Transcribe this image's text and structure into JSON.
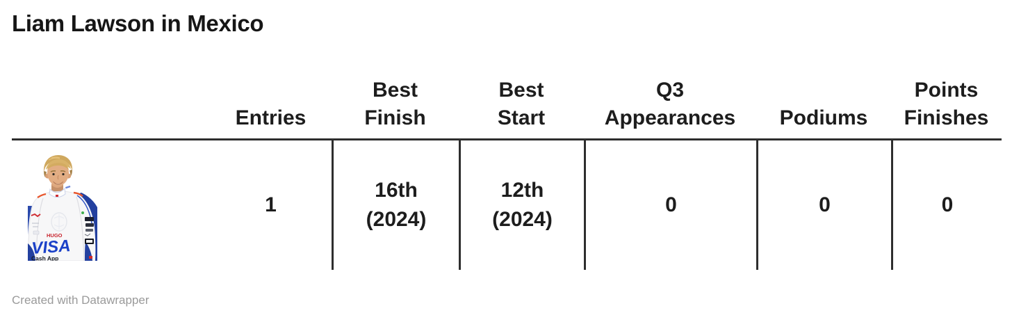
{
  "title": "Liam Lawson in Mexico",
  "table": {
    "columns": [
      {
        "id": "driver",
        "label": ""
      },
      {
        "id": "entries",
        "label": "Entries"
      },
      {
        "id": "best_finish",
        "label": "Best\nFinish"
      },
      {
        "id": "best_start",
        "label": "Best\nStart"
      },
      {
        "id": "q3_appearances",
        "label": "Q3\nAppearances"
      },
      {
        "id": "podiums",
        "label": "Podiums"
      },
      {
        "id": "points_finishes",
        "label": "Points\nFinishes"
      }
    ],
    "row": {
      "driver_photo_icon": "liam-lawson-portrait",
      "entries": "1",
      "best_finish": "16th\n(2024)",
      "best_start": "12th\n(2024)",
      "q3_appearances": "0",
      "podiums": "0",
      "points_finishes": "0"
    }
  },
  "footer": {
    "attribution": "Created with Datawrapper"
  },
  "colors": {
    "text": "#1d1d1d",
    "rule": "#2e2e2e",
    "footer_text": "#9a9a9a",
    "visa_blue": "#1b41c8",
    "suit_navy": "#23409f",
    "hugo_red": "#c8232c"
  },
  "chart_data": {
    "type": "table",
    "title": "Liam Lawson in Mexico",
    "columns": [
      "",
      "Entries",
      "Best Finish",
      "Best Start",
      "Q3 Appearances",
      "Podiums",
      "Points Finishes"
    ],
    "rows": [
      [
        "Liam Lawson (photo)",
        "1",
        "16th (2024)",
        "12th (2024)",
        "0",
        "0",
        "0"
      ]
    ],
    "source_note": "Created with Datawrapper"
  }
}
